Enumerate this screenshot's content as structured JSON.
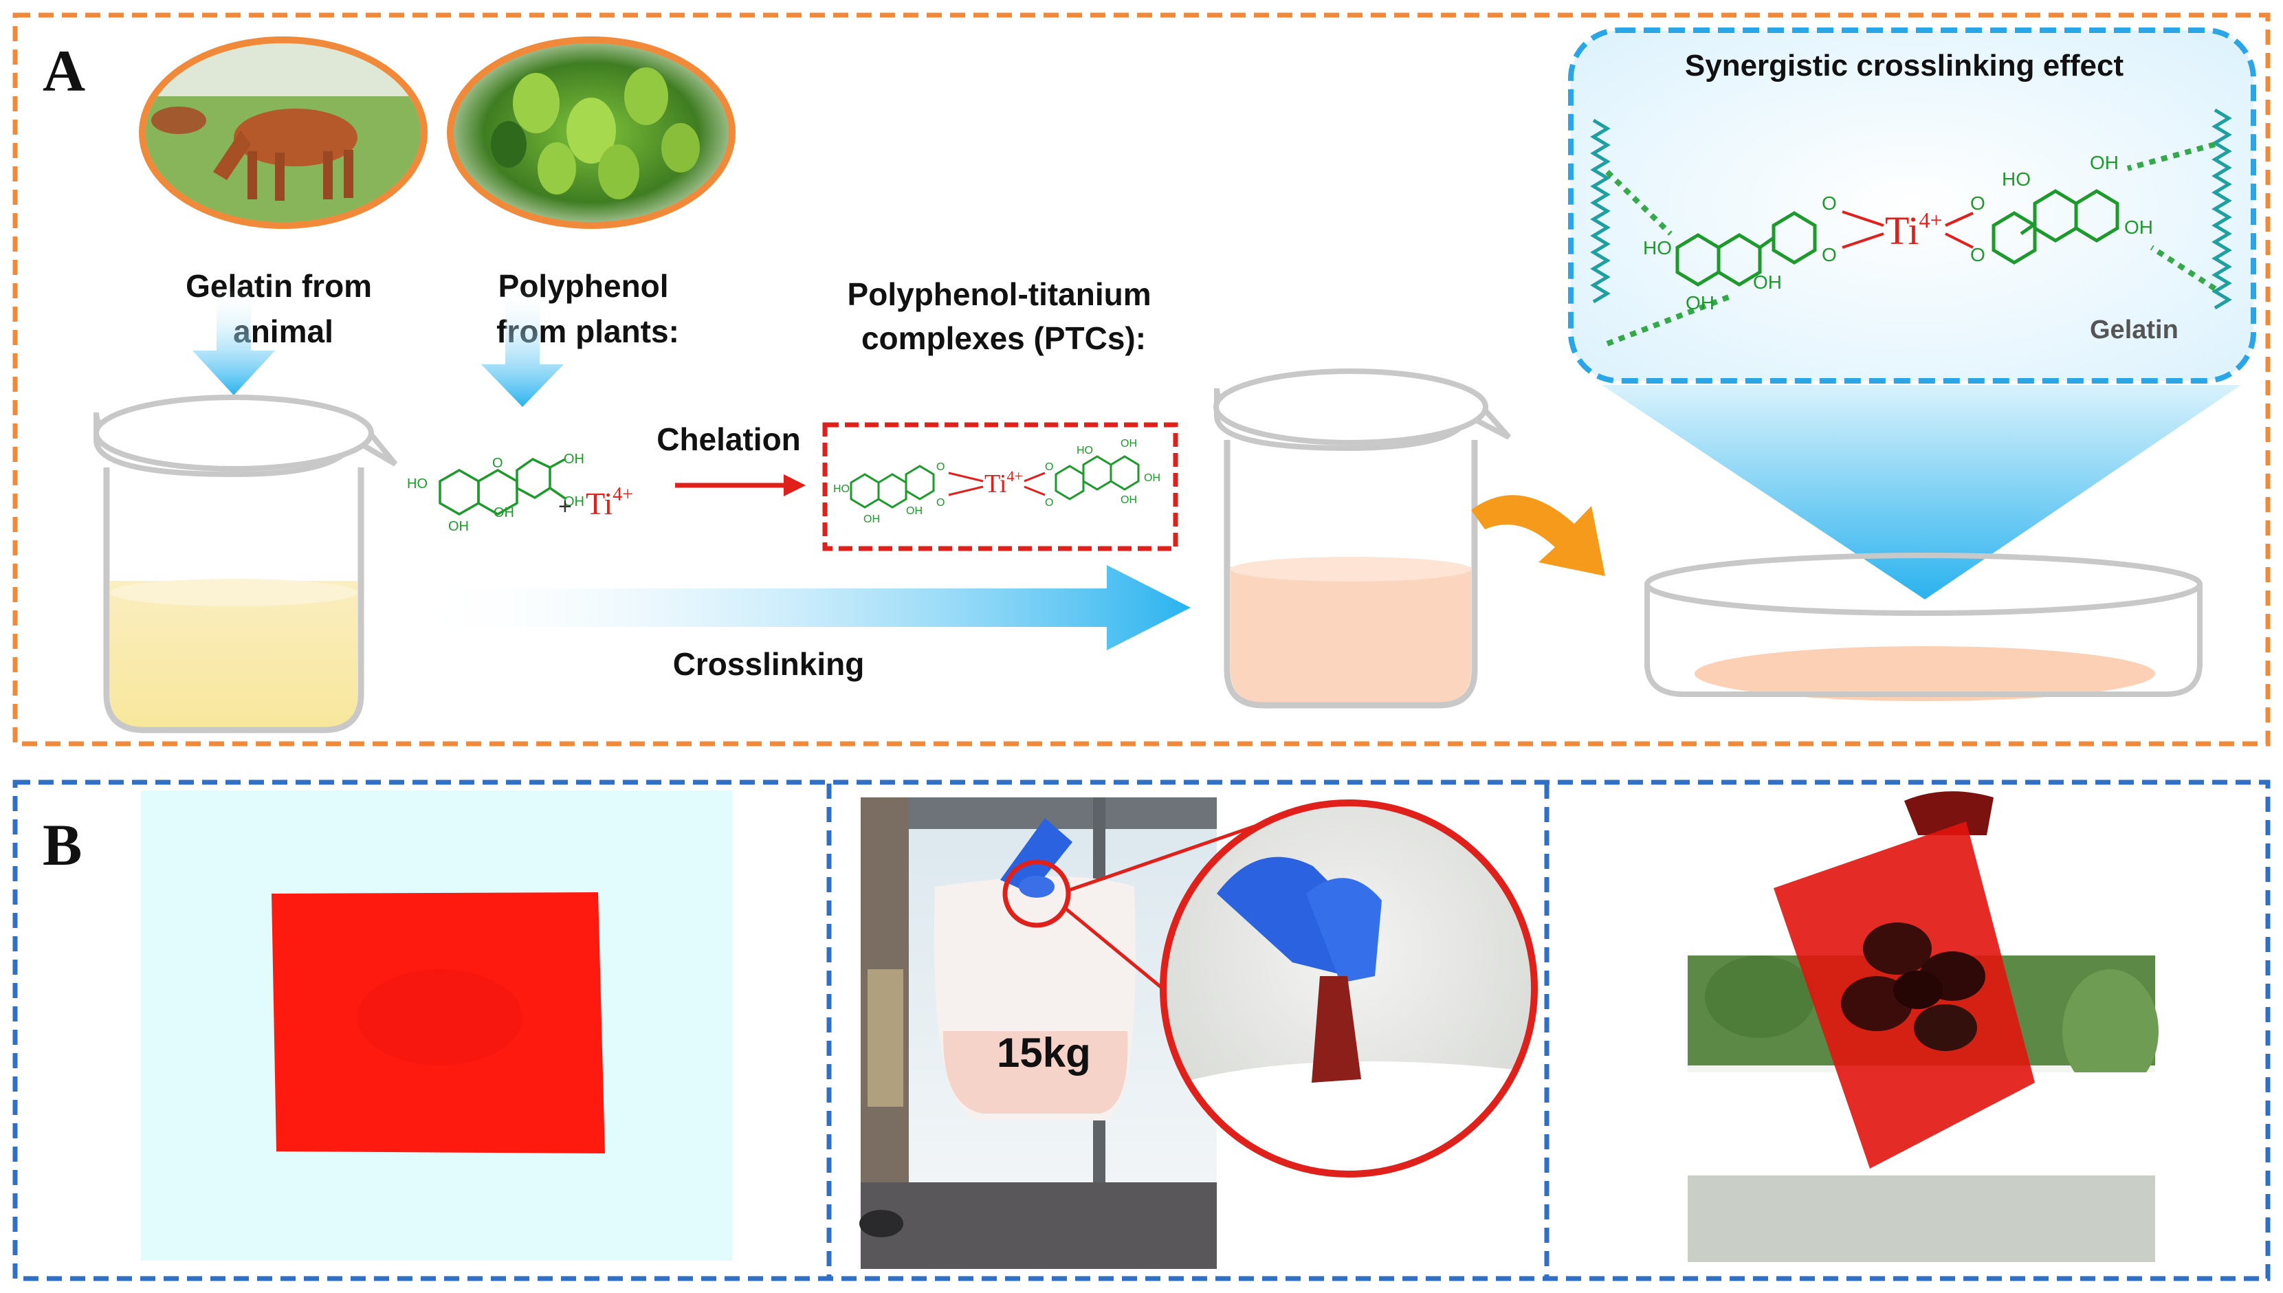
{
  "panel_a": {
    "letter": "A",
    "gelatin_caption": [
      "Gelatin from",
      "animal"
    ],
    "polyphenol_caption": [
      "Polyphenol",
      "from plants:"
    ],
    "ptc_caption": [
      "Polyphenol-titanium",
      "complexes (PTCs):"
    ],
    "chelation_label": "Chelation",
    "crosslinking_label": "Crosslinking",
    "synergy_title": "Synergistic crosslinking effect",
    "gelatin_label": "Gelatin",
    "ti_ion": "Ti",
    "ti_charge": "4+",
    "plus": "+",
    "oh": "OH",
    "ho": "HO",
    "o": "O"
  },
  "panel_b": {
    "letter": "B",
    "weight_label": "15kg"
  },
  "colors": {
    "panel_a_border": "#f08a3a",
    "panel_b_border": "#2f6fc4",
    "synergy_border": "#2aa6e6",
    "chelation_arrow": "#e0201a",
    "chem_green": "#1e9a2c",
    "film_red": "#ff1a10"
  }
}
